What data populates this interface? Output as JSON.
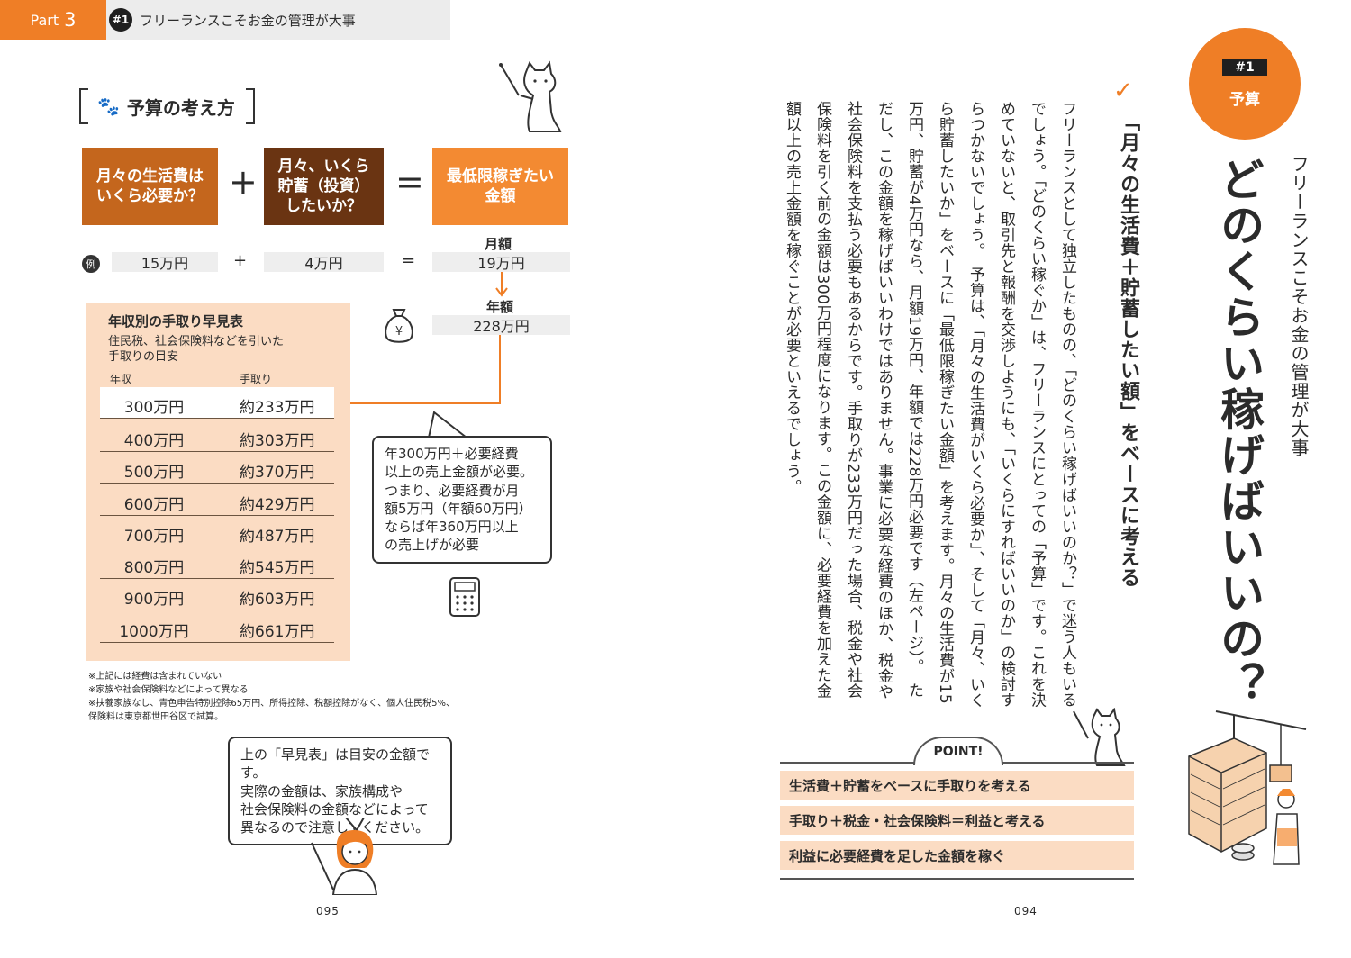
{
  "header": {
    "part_label": "Part",
    "part_number": "3",
    "badge": "#1",
    "title": "フリーランスこそお金の管理が大事"
  },
  "left": {
    "section_title": "予算の考え方",
    "formula": {
      "box1": [
        "月々の生活費は",
        "いくら必要か？"
      ],
      "box2": [
        "月々、いくら",
        "貯蓄（投資）",
        "したいか？"
      ],
      "box3": [
        "最低限稼ぎたい",
        "金額"
      ],
      "plus": "+",
      "equals": "="
    },
    "example": {
      "mark": "例",
      "v1": "15万円",
      "v2": "4万円",
      "monthly_label": "月額",
      "monthly_value": "19万円",
      "annual_label": "年額",
      "annual_value": "228万円"
    },
    "table": {
      "title": "年収別の手取り早見表",
      "subtitle": [
        "住民税、社会保険料などを引いた",
        "手取りの目安"
      ],
      "col1": "年収",
      "col2": "手取り",
      "rows": [
        {
          "income": "300万円",
          "takehome": "約233万円"
        },
        {
          "income": "400万円",
          "takehome": "約303万円"
        },
        {
          "income": "500万円",
          "takehome": "約370万円"
        },
        {
          "income": "600万円",
          "takehome": "約429万円"
        },
        {
          "income": "700万円",
          "takehome": "約487万円"
        },
        {
          "income": "800万円",
          "takehome": "約545万円"
        },
        {
          "income": "900万円",
          "takehome": "約603万円"
        },
        {
          "income": "1000万円",
          "takehome": "約661万円"
        }
      ]
    },
    "bubble1": [
      "年300万円＋必要経費",
      "以上の売上金額が必要。",
      "つまり、必要経費が月",
      "額5万円（年額60万円）",
      "ならば年360万円以上",
      "の売上げが必要"
    ],
    "notes": [
      "※上記には経費は含まれていない",
      "※家族や社会保険料などによって異なる",
      "※扶養家族なし、青色申告特別控除65万円、所得控除、税額控除がなく、個人住民税5%、",
      "保険料は東京都世田谷区で試算。"
    ],
    "bubble2": [
      "上の「早見表」は目安の金額です。",
      "実際の金額は、家族構成や",
      "社会保険料の金額などによって",
      "異なるので注意してください。"
    ],
    "page_number": "095"
  },
  "right": {
    "badge": "#1",
    "badge_title": "予算",
    "subtitle": "フリーランスこそお金の管理が大事",
    "main_title": "どのくらい稼げばいいの？",
    "lead": "「月々の生活費＋貯蓄したい額」をベースに考える",
    "body": "フリーランスとして独立したものの、「どのくらい稼げばいいのか？」で迷う人もいるでしょう。「どのくらい稼ぐか」は、フリーランスにとっての「予算」です。これを決めていないと、取引先と報酬を交渉しようにも、「いくらにすればいいのか」の検討すらつかないでしょう。　予算は、「月々の生活費がいくら必要か」、そして「月々、いくら貯蓄したいか」をベースに「最低限稼ぎたい金額」を考えます。月々の生活費が15万円、貯蓄が4万円なら、月額19万円、年額では228万円必要です（左ページ）。　ただし、この金額を稼げばいいわけではありません。事業に必要な経費のほか、税金や社会保険料を支払う必要もあるからです。手取りが233万円だった場合、税金や社会保険料を引く前の金額は300万円程度になります。この金額に、必要経費を加えた金額以上の売上金額を稼ぐことが必要といえるでしょう。",
    "point_label": "POINT!",
    "points": [
      "生活費＋貯蓄をベースに手取りを考える",
      "手取り＋税金・社会保険料＝利益と考える",
      "利益に必要経費を足した金額を稼ぐ"
    ],
    "page_number": "094"
  },
  "colors": {
    "accent": "#ef7e26",
    "brown": "#c4661d",
    "dark_brown": "#6a3412",
    "peach": "#fbdcc3"
  }
}
